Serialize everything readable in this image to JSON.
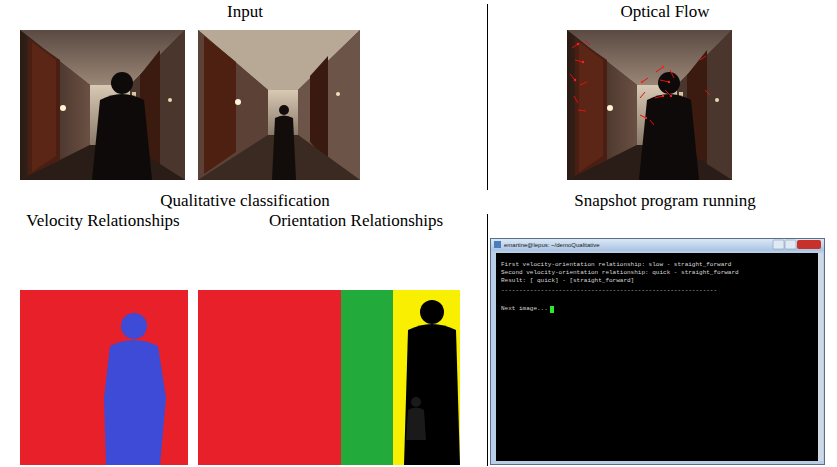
{
  "diagram": {
    "labels": [
      "Input",
      "Optical Flow",
      "Qualitative classification",
      "Snapshot program running",
      "Velocity Relationships",
      "Orientation Relationships",
      "emartine@lepus: ~/demoQualitative",
      "First velocity-orientation relationship: slow - straight_forward",
      "Second velocity-orientation relationship: quick - straight_forward",
      "Result: [ quick] - [straight_forward]",
      "------------------------------------------------------------",
      "Next image..."
    ]
  }
}
